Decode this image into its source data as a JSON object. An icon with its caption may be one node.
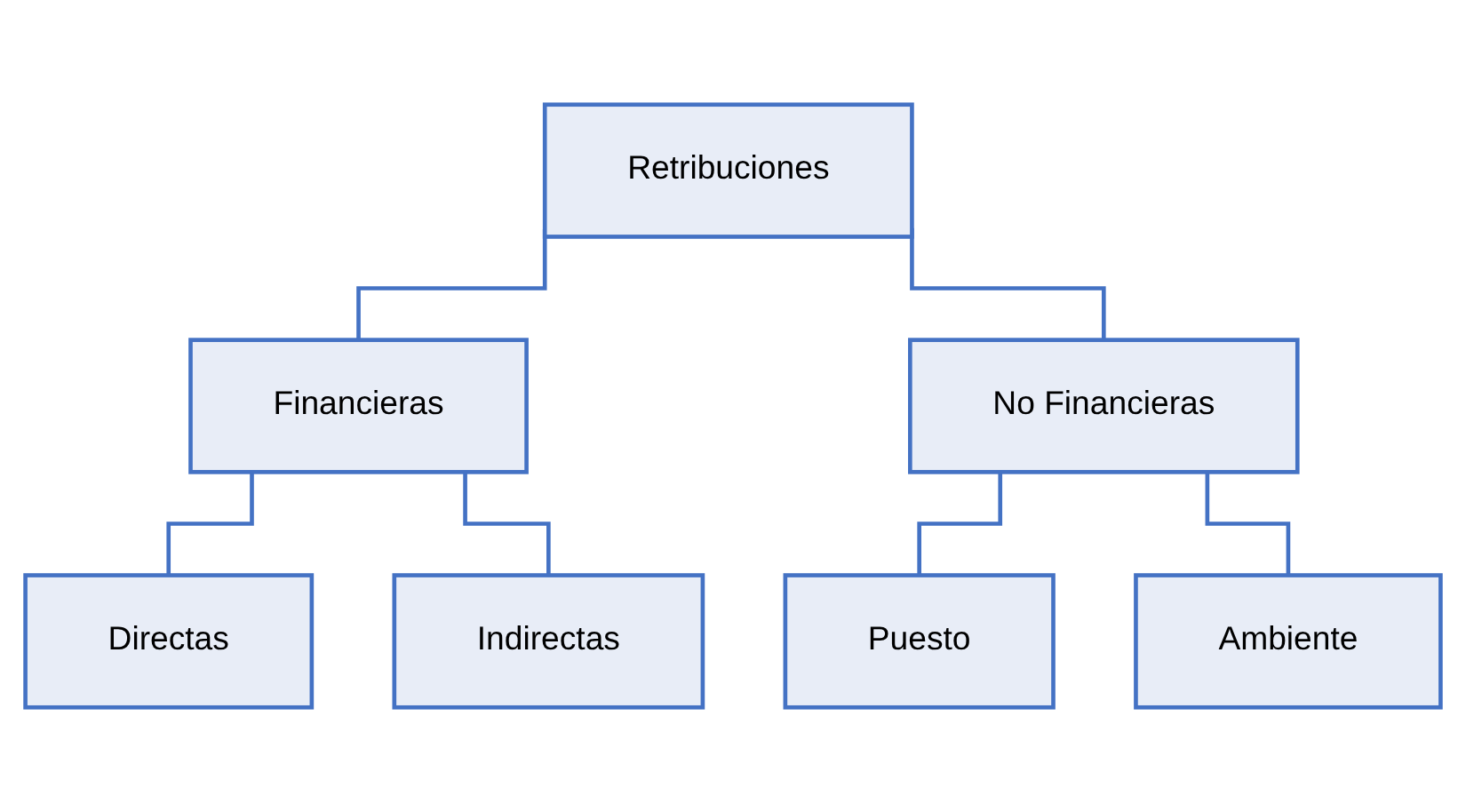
{
  "diagram": {
    "nodes": [
      {
        "text": [
          "Retribuciones"
        ]
      },
      {
        "text": [
          "Financieras"
        ]
      },
      {
        "text": [
          "No Financieras"
        ]
      },
      {
        "text": [
          "Directas"
        ]
      },
      {
        "text": [
          "Indirectas"
        ]
      },
      {
        "text": [
          "Puesto"
        ]
      },
      {
        "text": [
          "Ambiente"
        ]
      }
    ],
    "edges": [
      {
        "from": 0,
        "to": 1,
        "arrow": "none"
      },
      {
        "from": 0,
        "to": 2,
        "arrow": "none"
      },
      {
        "from": 1,
        "to": 3,
        "arrow": "none"
      },
      {
        "from": 1,
        "to": 4,
        "arrow": "none"
      },
      {
        "from": 2,
        "to": 5,
        "arrow": "none"
      },
      {
        "from": 2,
        "to": 6,
        "arrow": "none"
      }
    ]
  }
}
